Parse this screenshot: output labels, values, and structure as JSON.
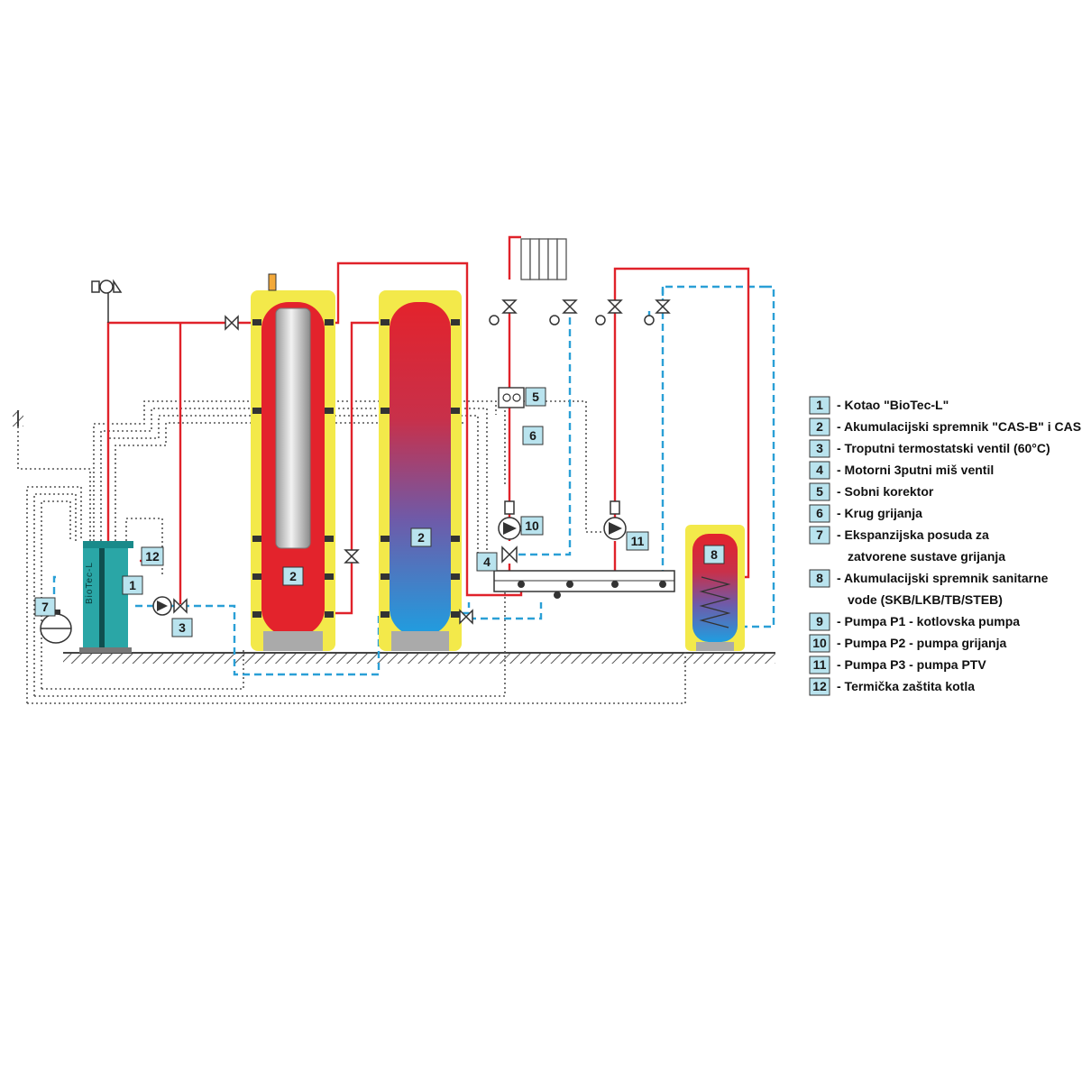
{
  "colors": {
    "hot_pipe": "#e0222a",
    "cold_pipe": "#2a9fd6",
    "control_wire": "#555555",
    "boiler": "#27a6a6",
    "insulation": "#f3e94a",
    "tank_red": "#e3232c",
    "tag_fill": "#b9e3ee"
  },
  "boiler_brand": "BioTec-L",
  "diagram_tags": [
    "1",
    "2",
    "2",
    "3",
    "4",
    "5",
    "6",
    "7",
    "8",
    "10",
    "11",
    "12"
  ],
  "legend": [
    {
      "num": "1",
      "text": "- Kotao \"BioTec-L\""
    },
    {
      "num": "2",
      "text": "- Akumulacijski spremnik \"CAS-B\" i CAS"
    },
    {
      "num": "3",
      "text": "- Troputni termostatski ventil (60°C)"
    },
    {
      "num": "4",
      "text": "- Motorni 3putni miš ventil"
    },
    {
      "num": "5",
      "text": "- Sobni korektor"
    },
    {
      "num": "6",
      "text": "- Krug grijanja"
    },
    {
      "num": "7",
      "text": "- Ekspanzijska posuda za"
    },
    {
      "num": "",
      "text": "zatvorene sustave grijanja"
    },
    {
      "num": "8",
      "text": "- Akumulacijski spremnik sanitarne"
    },
    {
      "num": "",
      "text": "vode (SKB/LKB/TB/STEB)"
    },
    {
      "num": "9",
      "text": "- Pumpa P1 - kotlovska pumpa"
    },
    {
      "num": "10",
      "text": "- Pumpa P2 - pumpa grijanja"
    },
    {
      "num": "11",
      "text": "- Pumpa P3 - pumpa PTV"
    },
    {
      "num": "12",
      "text": "- Termička zaštita kotla"
    }
  ]
}
